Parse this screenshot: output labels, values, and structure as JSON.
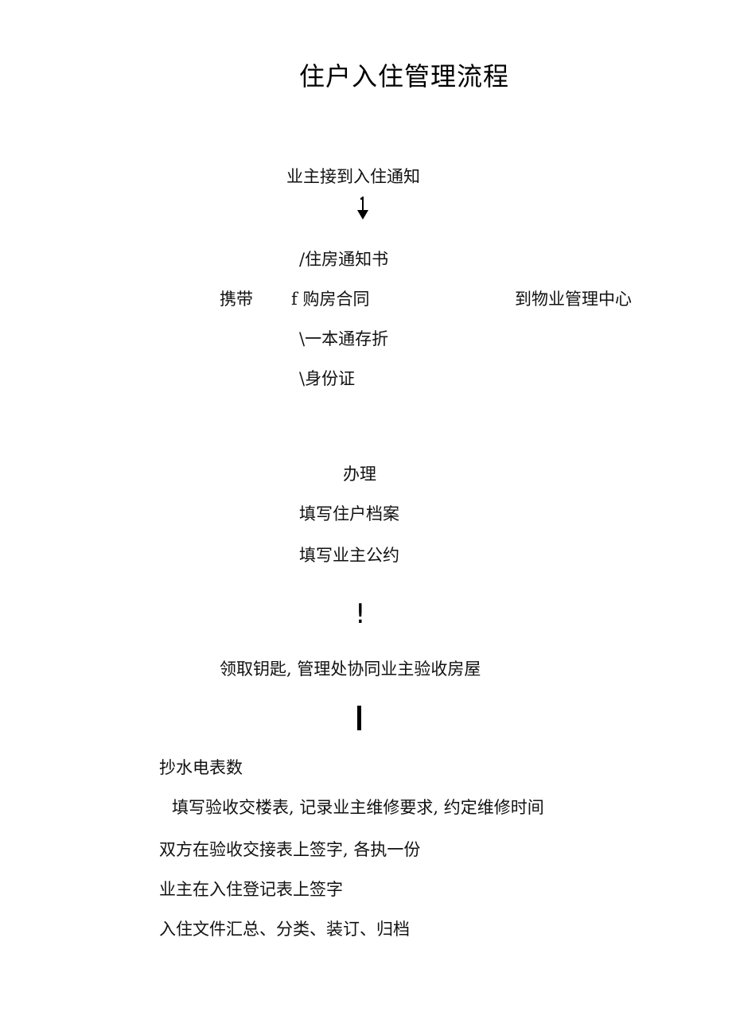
{
  "document": {
    "title": "住户入住管理流程",
    "step1": "业主接到入住通知",
    "arrow1_glyph": "arrow-down",
    "carry": {
      "label": "携带",
      "items": [
        "/住房通知书",
        "f 购房合同",
        "\\一本通存折",
        "\\身份证"
      ],
      "destination": "到物业管理中心"
    },
    "handle": {
      "label": "办理",
      "items": [
        "填写住户档案",
        "填写业主公约"
      ]
    },
    "connector2": "!",
    "step3": "领取钥匙, 管理处协同业主验收房屋",
    "connector3_glyph": "vertical-bar",
    "final_steps": [
      "抄水电表数",
      "填写验收交楼表, 记录业主维修要求, 约定维修时间",
      "双方在验收交接表上签字, 各执一份",
      "业主在入住登记表上签字",
      "入住文件汇总、分类、装订、归档"
    ]
  }
}
